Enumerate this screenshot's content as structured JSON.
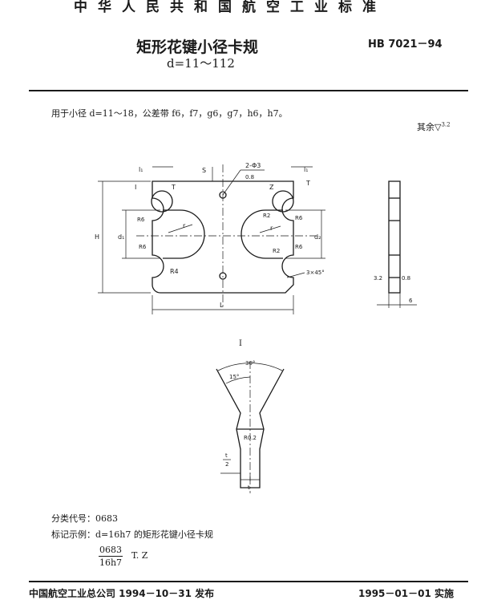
{
  "header": {
    "organization": "中华人民共和国航空工业标准",
    "title": "矩形花键小径卡规",
    "subtitle": "d=11～112",
    "standard_code": "HB 7021－94"
  },
  "body": {
    "usage_note": "用于小径 d=11～18，公差带 f6，f7，g6，g7，h6，h7。",
    "surface_note": "其余",
    "surface_value": "3.2",
    "section_label": "I"
  },
  "drawing": {
    "labels": {
      "l1_left": "l₁",
      "l1_right": "l₁",
      "detail_left": "I",
      "detail_right": "Z",
      "t_left": "T",
      "t_right": "T",
      "s": "S",
      "holes": "2-Φ3",
      "holes_finish": "0.8",
      "r2_a": "R2",
      "r2_b": "R2",
      "r6_a": "R6",
      "r6_b": "R6",
      "r6_c": "R6",
      "r6_d": "R6",
      "r": "r",
      "r_b": "r",
      "h": "H",
      "d1": "d₁",
      "d2": "d₂",
      "r4": "R4",
      "chamfer": "3×45°",
      "length": "L",
      "side_finish_a": "3.2",
      "side_finish_b": "0.8",
      "thickness": "6"
    },
    "detail": {
      "angle_30": "30°",
      "angle_15": "15°",
      "r02": "R0.2",
      "t_num": "t",
      "t_den": "2",
      "t": "t"
    }
  },
  "footer": {
    "classification": "分类代号：0683",
    "marking_example": "标记示例：d=16h7 的矩形花键小径卡规",
    "fraction_numerator": "0683",
    "fraction_denominator": "16h7",
    "fraction_suffix": "T. Z",
    "publish": "中国航空工业总公司 1994－10－31 发布",
    "implement": "1995－01－01 实施"
  }
}
